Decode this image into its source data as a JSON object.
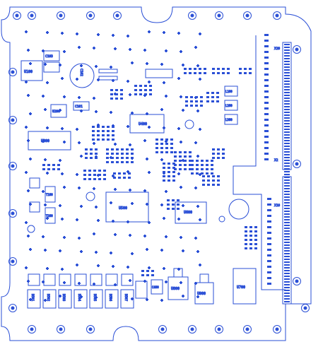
{
  "colors": {
    "outline": "#2a4fd6",
    "fill": "#2a4fd6",
    "background": "#ffffff"
  },
  "labels": {
    "u_top_left": "U100",
    "u_small_top": "C103",
    "u_small_mid": "C101",
    "c_top": "C102",
    "u_mid_left": "U200",
    "u_dip_left": "U300",
    "u_ic_mid": "U400",
    "u_ic_center": "U500",
    "u_ic_right": "U600",
    "u_lower_right": "U700",
    "u_bottom_center": "U800",
    "u_bottom_mid": "U900",
    "relay_1": "D501",
    "relay_2": "D502",
    "relay_3": "D503",
    "relay_4": "D504",
    "relay_5": "D505",
    "relay_6": "D506",
    "relay_7": "D507",
    "conn_top": "X20",
    "conn_mid": "X2",
    "conn_bot": "X10",
    "part_l1": "L100",
    "part_l2": "L200",
    "part_l3": "L300",
    "big_cap_bottom": "C400",
    "t1": "T100",
    "t2": "T200"
  }
}
